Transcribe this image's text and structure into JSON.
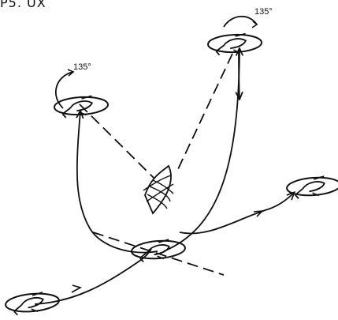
{
  "diagram": {
    "caption": "P5. UX",
    "turn_labels": {
      "left": "135°",
      "right": "135°"
    },
    "colors": {
      "ink": "#111111",
      "background": "#ffffff"
    }
  }
}
